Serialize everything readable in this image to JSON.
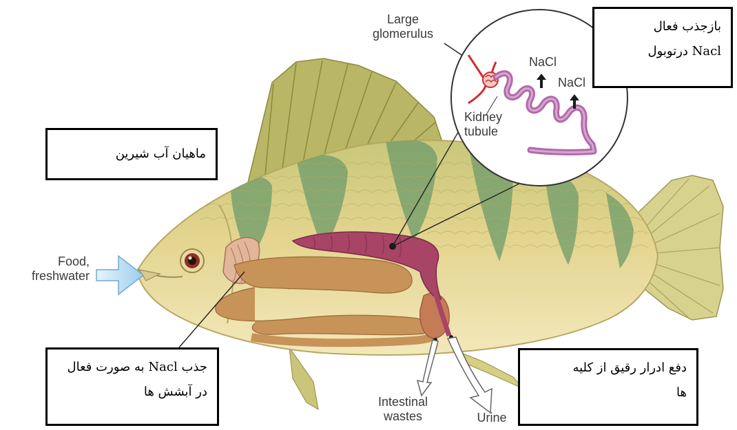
{
  "labels": {
    "large_glomerulus_1": "Large",
    "large_glomerulus_2": "glomerulus",
    "nacl_1": "NaCl",
    "nacl_2": "NaCl",
    "kidney_tubule_1": "Kidney",
    "kidney_tubule_2": "tubule",
    "food_1": "Food,",
    "food_2": "freshwater",
    "intestinal_1": "Intestinal",
    "intestinal_2": "wastes",
    "urine": "Urine"
  },
  "boxes": {
    "tubule_reabsorption": {
      "line1": "بازجذب فعال",
      "line2": "Nacl درتوبول"
    },
    "freshwater_fish": {
      "line1": "ماهیان آب شیرین"
    },
    "gill_absorption": {
      "line1": "جذب Nacl به صورت فعال",
      "line2": "در آبشش ها"
    },
    "dilute_urine": {
      "line1": "دفع ادرار رقیق از کلیه",
      "line2": "ها"
    }
  },
  "colors": {
    "body": "#e3d48e",
    "belly": "#f3e8bb",
    "stripes": "#6c9b6a",
    "fins": "#b9b765",
    "kidney": "#a84466",
    "gut": "#c79358",
    "tubule": "#b26aa8",
    "arrow_fill": "#a8d3ef"
  }
}
